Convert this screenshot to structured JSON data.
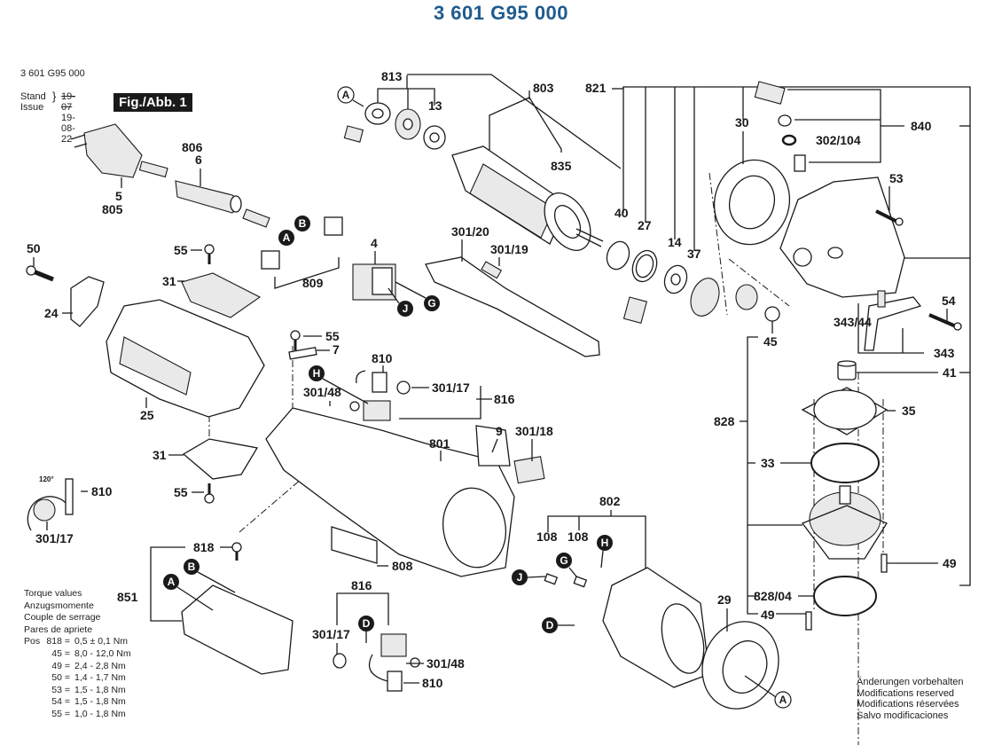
{
  "header": {
    "title": "3 601 G95 000",
    "doc_number": "3 601 G95 000",
    "stand_label": "Stand",
    "issue_label": "Issue",
    "stand_value": "19-07",
    "issue_value": "19-08-22",
    "figure_label": "Fig./Abb. 1"
  },
  "torque": {
    "headings": [
      "Torque values",
      "Anzugsmomente",
      "Couple de serrage",
      "Pares de apriete"
    ],
    "pos_prefix": "Pos",
    "rows": [
      {
        "pos": "818 =",
        "value": "0,5 ± 0,1 Nm"
      },
      {
        "pos": "45 =",
        "value": "8,0 - 12,0 Nm"
      },
      {
        "pos": "49 =",
        "value": "2,4 - 2,8 Nm"
      },
      {
        "pos": "50 =",
        "value": "1,4 - 1,7 Nm"
      },
      {
        "pos": "53 =",
        "value": "1,5 - 1,8 Nm"
      },
      {
        "pos": "54 =",
        "value": "1,5 - 1,8 Nm"
      },
      {
        "pos": "55 =",
        "value": "1,0 - 1,8 Nm"
      }
    ]
  },
  "notes": [
    "Änderungen vorbehalten",
    "Modifications reserved",
    "Modifications réservées",
    "Salvo modificaciones"
  ],
  "spring_angle": "120°",
  "part_labels": {
    "p813": "813",
    "p13": "13",
    "p803": "803",
    "p835": "835",
    "p821": "821",
    "p40": "40",
    "p27": "27",
    "p14": "14",
    "p37": "37",
    "p30": "30",
    "p840": "840",
    "p302_104": "302/104",
    "p53": "53",
    "p54": "54",
    "p343_44": "343/44",
    "p45": "45",
    "p343": "343",
    "p41": "41",
    "p35": "35",
    "p828": "828",
    "p33": "33",
    "p49a": "49",
    "p828_04": "828/04",
    "p49b": "49",
    "p29": "29",
    "p806": "806",
    "p6": "6",
    "p5": "5",
    "p805": "805",
    "p50": "50",
    "p55a": "55",
    "p31a": "31",
    "p809": "809",
    "p24": "24",
    "p4": "4",
    "p301_20": "301/20",
    "p301_19": "301/19",
    "p55b": "55",
    "p7": "7",
    "p810a": "810",
    "p301_48a": "301/48",
    "p301_17a": "301/17",
    "p816a": "816",
    "p25": "25",
    "p801": "801",
    "p9": "9",
    "p301_18": "301/18",
    "p31b": "31",
    "p55c": "55",
    "p810b": "810",
    "p301_17b": "301/17",
    "p818": "818",
    "p851": "851",
    "p808": "808",
    "p816b": "816",
    "p301_17c": "301/17",
    "p301_48b": "301/48",
    "p810c": "810",
    "p802": "802",
    "p108a": "108",
    "p108b": "108"
  },
  "connectors": {
    "A": "A",
    "B": "B",
    "D": "D",
    "G": "G",
    "H": "H",
    "J": "J"
  }
}
